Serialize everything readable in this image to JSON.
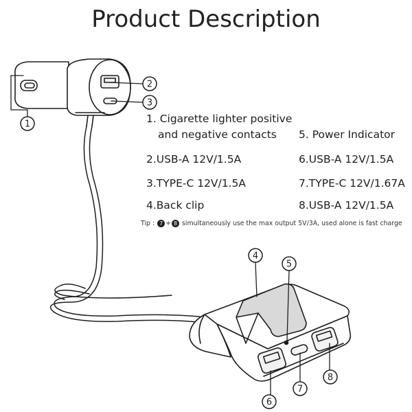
{
  "title": "Product Description",
  "specs": {
    "item1_line1": "1. Cigarette lighter positive",
    "item1_line2": "and negative contacts",
    "item2": "2.USB-A 12V/1.5A",
    "item3": "3.TYPE-C 12V/1.5A",
    "item4": "4.Back clip",
    "item5": "5. Power Indicator",
    "item6": "6.USB-A 12V/1.5A",
    "item7": "7.TYPE-C 12V/1.67A",
    "item8": "8.USB-A 12V/1.5A"
  },
  "tip": {
    "prefix": "Tip :",
    "num_a": "7",
    "plus": "+",
    "num_b": "8",
    "text": "simultaneously use the max output 5V/3A, used alone is fast charge"
  },
  "callouts": [
    "1",
    "2",
    "3",
    "4",
    "5",
    "6",
    "7",
    "8"
  ],
  "colors": {
    "stroke": "#1e1e1e",
    "body_fill": "#ffffff",
    "clip_fill": "#d9d9d9",
    "port_fill": "#f2f2f2"
  }
}
